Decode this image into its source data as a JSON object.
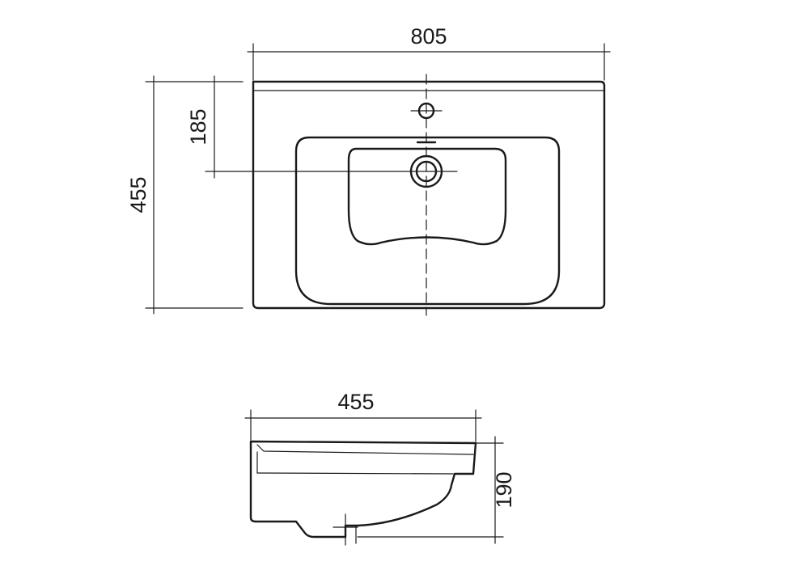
{
  "top_view": {
    "dimensions": {
      "width": "805",
      "depth": "455",
      "tap_hole_offset": "185"
    }
  },
  "side_view": {
    "dimensions": {
      "depth": "455",
      "height": "190"
    }
  },
  "colors": {
    "line": "#1a1a1a",
    "background": "#ffffff"
  }
}
